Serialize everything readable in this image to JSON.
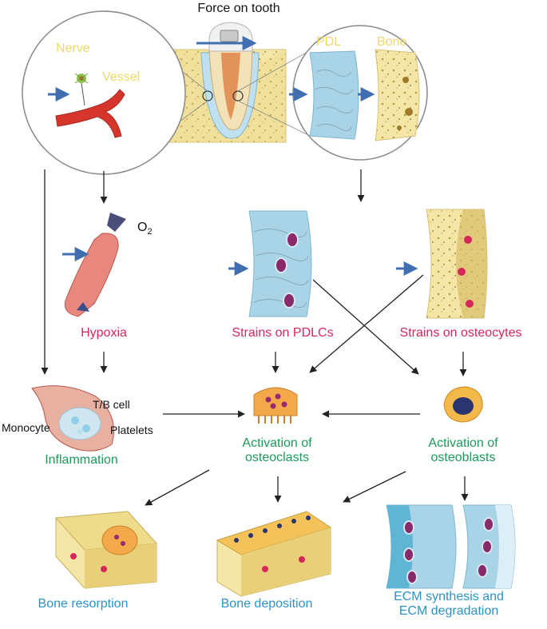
{
  "colors": {
    "arrow": "#222222",
    "small_arrow": "#3f6fb0",
    "label_yellow": "#ecd96a",
    "label_red": "#d6275a",
    "label_green": "#1c9a5a",
    "label_blue": "#2b93c9",
    "bone": "#f4e6a6",
    "pdl": "#a9d4e8",
    "vessel": "#d5352b"
  },
  "top": {
    "title": "Force on tooth",
    "nerve_label": "Nerve",
    "vessel_label": "Vessel",
    "pdl_label": "PDL",
    "bone_label": "Bone"
  },
  "middle": {
    "o2_main": "O",
    "o2_sub": "2",
    "hypoxia": "Hypoxia",
    "strains_pdlcs": "Strains on PDLCs",
    "strains_osteocytes": "Strains on osteocytes"
  },
  "cells": {
    "tb_cell": "T/B cell",
    "monocyte": "Monocyte",
    "platelets": "Platelets",
    "inflammation": "Inflammation",
    "osteoclasts_line1": "Activation of",
    "osteoclasts_line2": "osteoclasts",
    "osteoblasts_line1": "Activation of",
    "osteoblasts_line2": "osteoblasts"
  },
  "outcomes": {
    "bone_resorption": "Bone resorption",
    "bone_deposition": "Bone deposition",
    "ecm_line1": "ECM synthesis and",
    "ecm_line2": "ECM degradation"
  }
}
